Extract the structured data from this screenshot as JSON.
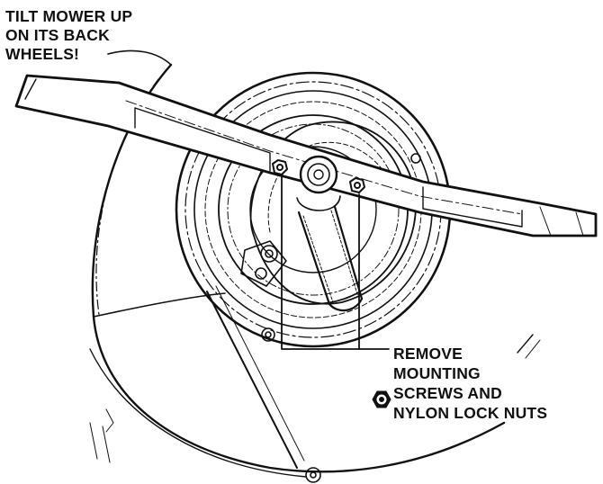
{
  "callouts": {
    "tilt": [
      "TILT MOWER UP",
      "ON ITS BACK",
      "WHEELS!"
    ],
    "remove": [
      "REMOVE",
      "MOUNTING",
      "SCREWS AND",
      "NYLON LOCK NUTS"
    ]
  },
  "colors": {
    "ink": "#111111",
    "paper": "#ffffff"
  }
}
